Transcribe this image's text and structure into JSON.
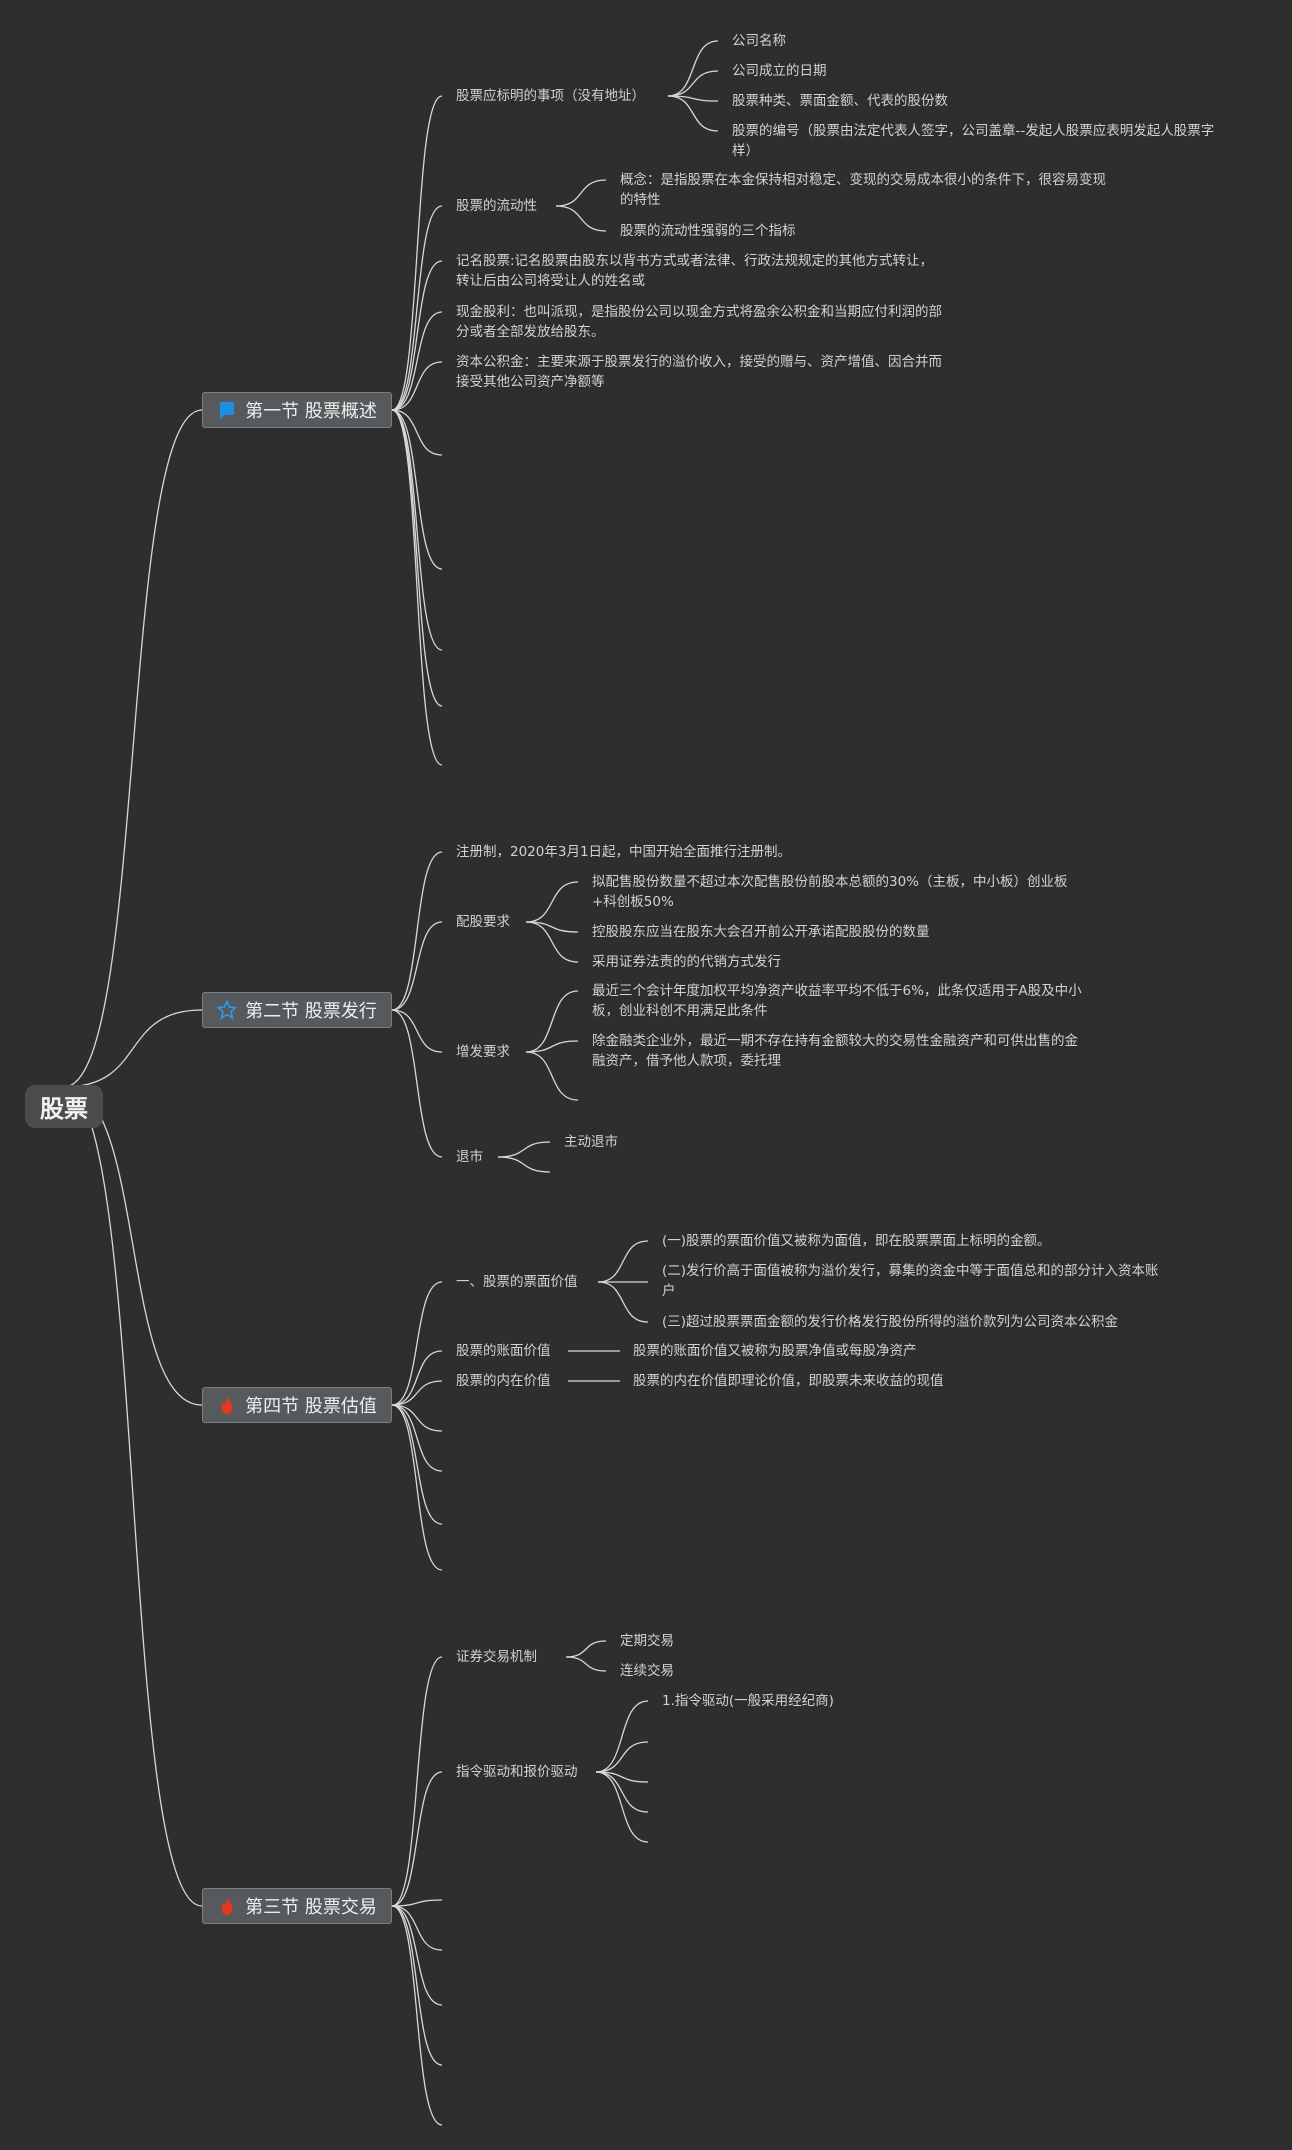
{
  "root": {
    "label": "股票"
  },
  "sections": {
    "s1": {
      "label": "第一节 股票概述",
      "icon": "blue-flag-icon"
    },
    "s2": {
      "label": "第二节 股票发行",
      "icon": "star-icon"
    },
    "s4": {
      "label": "第四节 股票估值",
      "icon": "fire-icon"
    },
    "s3": {
      "label": "第三节 股票交易",
      "icon": "fire-icon"
    }
  },
  "s1": {
    "items_header": "股票应标明的事项（没有地址）",
    "items": [
      "公司名称",
      "公司成立的日期",
      "股票种类、票面金额、代表的股份数",
      "股票的编号（股票由法定代表人签字，公司盖章--发起人股票应表明发起人股票字样）"
    ],
    "liquidity_header": "股票的流动性",
    "liquidity": [
      "概念：是指股票在本金保持相对稳定、变现的交易成本很小的条件下，很容易变现的特性",
      "股票的流动性强弱的三个指标"
    ],
    "registered": "记名股票:记名股票由股东以背书方式或者法律、行政法规规定的其他方式转让，转让后由公司将受让人的姓名或",
    "cash_dividend": "现金股利：也叫派现，是指股份公司以现金方式将盈余公积金和当期应付利润的部分或者全部发放给股东。",
    "capital_reserve": "资本公积金：主要来源于股票发行的溢价收入，接受的赠与、资产增值、因合并而接受其他公司资产净额等"
  },
  "s2": {
    "registration": "注册制，2020年3月1日起，中国开始全面推行注册制。",
    "allotment_header": "配股要求",
    "allotment": [
      "拟配售股份数量不超过本次配售股份前股本总额的30%（主板，中小板）创业板+科创板50%",
      "控股股东应当在股东大会召开前公开承诺配股股份的数量",
      "采用证券法责的的代销方式发行"
    ],
    "additional_header": "增发要求",
    "additional": [
      "最近三个会计年度加权平均净资产收益率平均不低于6%，此条仅适用于A股及中小板，创业科创不用满足此条件",
      "除金融类企业外，最近一期不存在持有金额较大的交易性金融资产和可供出售的金融资产，借予他人款项，委托理"
    ],
    "delisting_header": "退市",
    "delisting": [
      "主动退市"
    ]
  },
  "s4": {
    "face_header": "一、股票的票面价值",
    "face": [
      "(一)股票的票面价值又被称为面值，即在股票票面上标明的金额。",
      "(二)发行价高于面值被称为溢价发行，募集的资金中等于面值总和的部分计入资本账户",
      "(三)超过股票票面金额的发行价格发行股份所得的溢价款列为公司资本公积金"
    ],
    "book_header": "股票的账面价值",
    "book": "股票的账面价值又被称为股票净值或每股净资产",
    "intrinsic_header": "股票的内在价值",
    "intrinsic": "股票的内在价值即理论价值，即股票未来收益的现值"
  },
  "s3": {
    "mechanism_header": "证券交易机制",
    "mechanism": [
      "定期交易",
      "连续交易"
    ],
    "driven_header": "指令驱动和报价驱动",
    "driven": [
      "1.指令驱动(一般采用经纪商)"
    ]
  }
}
